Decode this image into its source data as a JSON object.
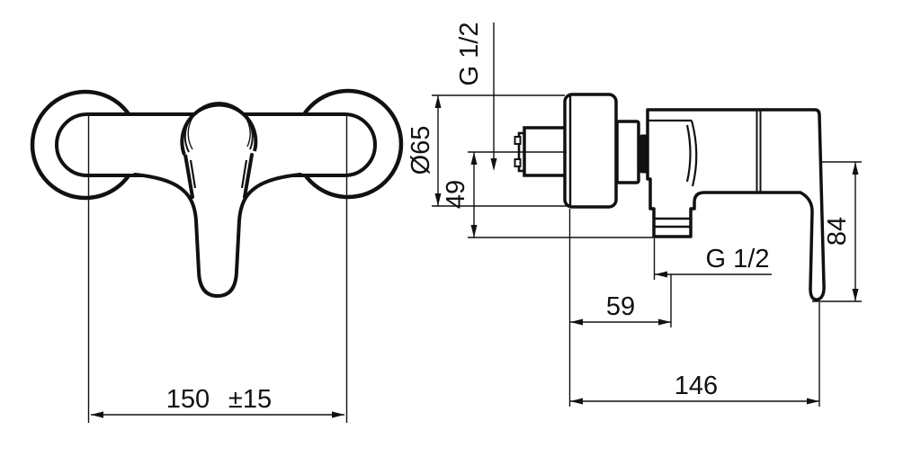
{
  "drawing": {
    "type": "technical-drawing",
    "subject": "wall-mounted single-lever shower mixer, front and side projection views",
    "background_color": "#ffffff",
    "line_color": "#111111",
    "views": {
      "left": "front-view",
      "right": "side-view"
    }
  },
  "dimensions": {
    "center_distance_value": "150",
    "center_distance_tolerance": "±15",
    "flange_diameter": "Ø65",
    "inlet_drop": "49",
    "inlet_thread": "G 1/2",
    "outlet_thread": "G 1/2",
    "outlet_offset": "59",
    "overall_depth": "146",
    "lever_height": "84"
  }
}
